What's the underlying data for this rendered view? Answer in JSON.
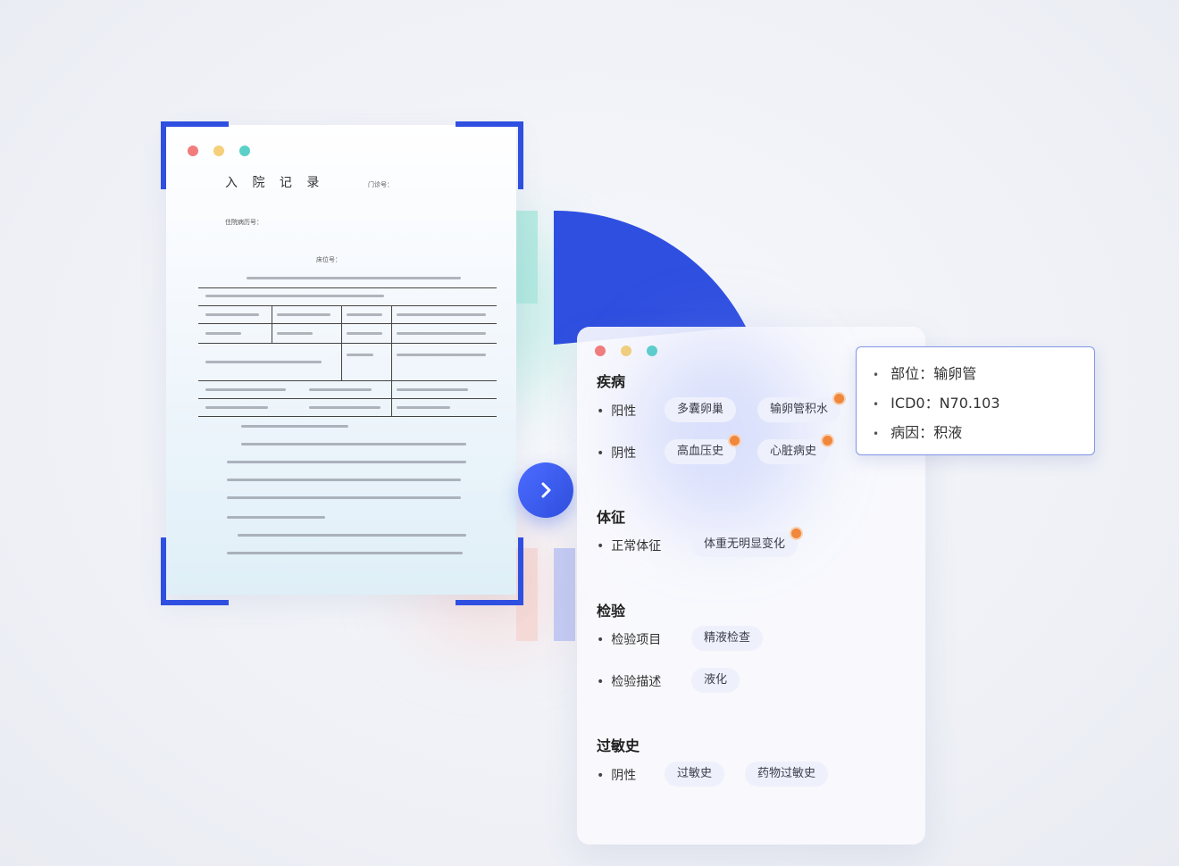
{
  "colors": {
    "accent_blue": "#2f4fe0",
    "dot_red": "#f27c7c",
    "dot_yellow": "#f5cf7a",
    "dot_teal": "#5ad0c8",
    "badge_orange": "#f0873c"
  },
  "document": {
    "title": "入 院 记 录",
    "header_right_label": "门诊号：",
    "header_right_value": "",
    "record_no_label": "住院病历号：",
    "bed_no_label": "床位号："
  },
  "arrow_icon": "chevron-right-icon",
  "result": {
    "sections": [
      {
        "title": "疾病",
        "rows": [
          {
            "label": "阳性",
            "tags": [
              {
                "text": "多囊卵巢",
                "badge": false
              },
              {
                "text": "输卵管积水",
                "badge": true
              }
            ]
          },
          {
            "label": "阴性",
            "tags": [
              {
                "text": "高血压史",
                "badge": true
              },
              {
                "text": "心脏病史",
                "badge": true
              }
            ]
          }
        ]
      },
      {
        "title": "体征",
        "rows": [
          {
            "label": "正常体征",
            "tags": [
              {
                "text": "体重无明显变化",
                "badge": true
              }
            ]
          }
        ]
      },
      {
        "title": "检验",
        "rows": [
          {
            "label": "检验项目",
            "tags": [
              {
                "text": "精液检查",
                "badge": false
              }
            ]
          },
          {
            "label": "检验描述",
            "tags": [
              {
                "text": "液化",
                "badge": false
              }
            ]
          }
        ]
      },
      {
        "title": "过敏史",
        "rows": [
          {
            "label": "阴性",
            "tags": [
              {
                "text": "过敏史",
                "badge": false
              },
              {
                "text": "药物过敏史",
                "badge": false
              }
            ]
          }
        ]
      }
    ]
  },
  "popover": {
    "site_label": "部位：",
    "site_value": "输卵管",
    "icd_label": "ICD0：",
    "icd_value": "N70.103",
    "cause_label": "病因：",
    "cause_value": "积液"
  }
}
